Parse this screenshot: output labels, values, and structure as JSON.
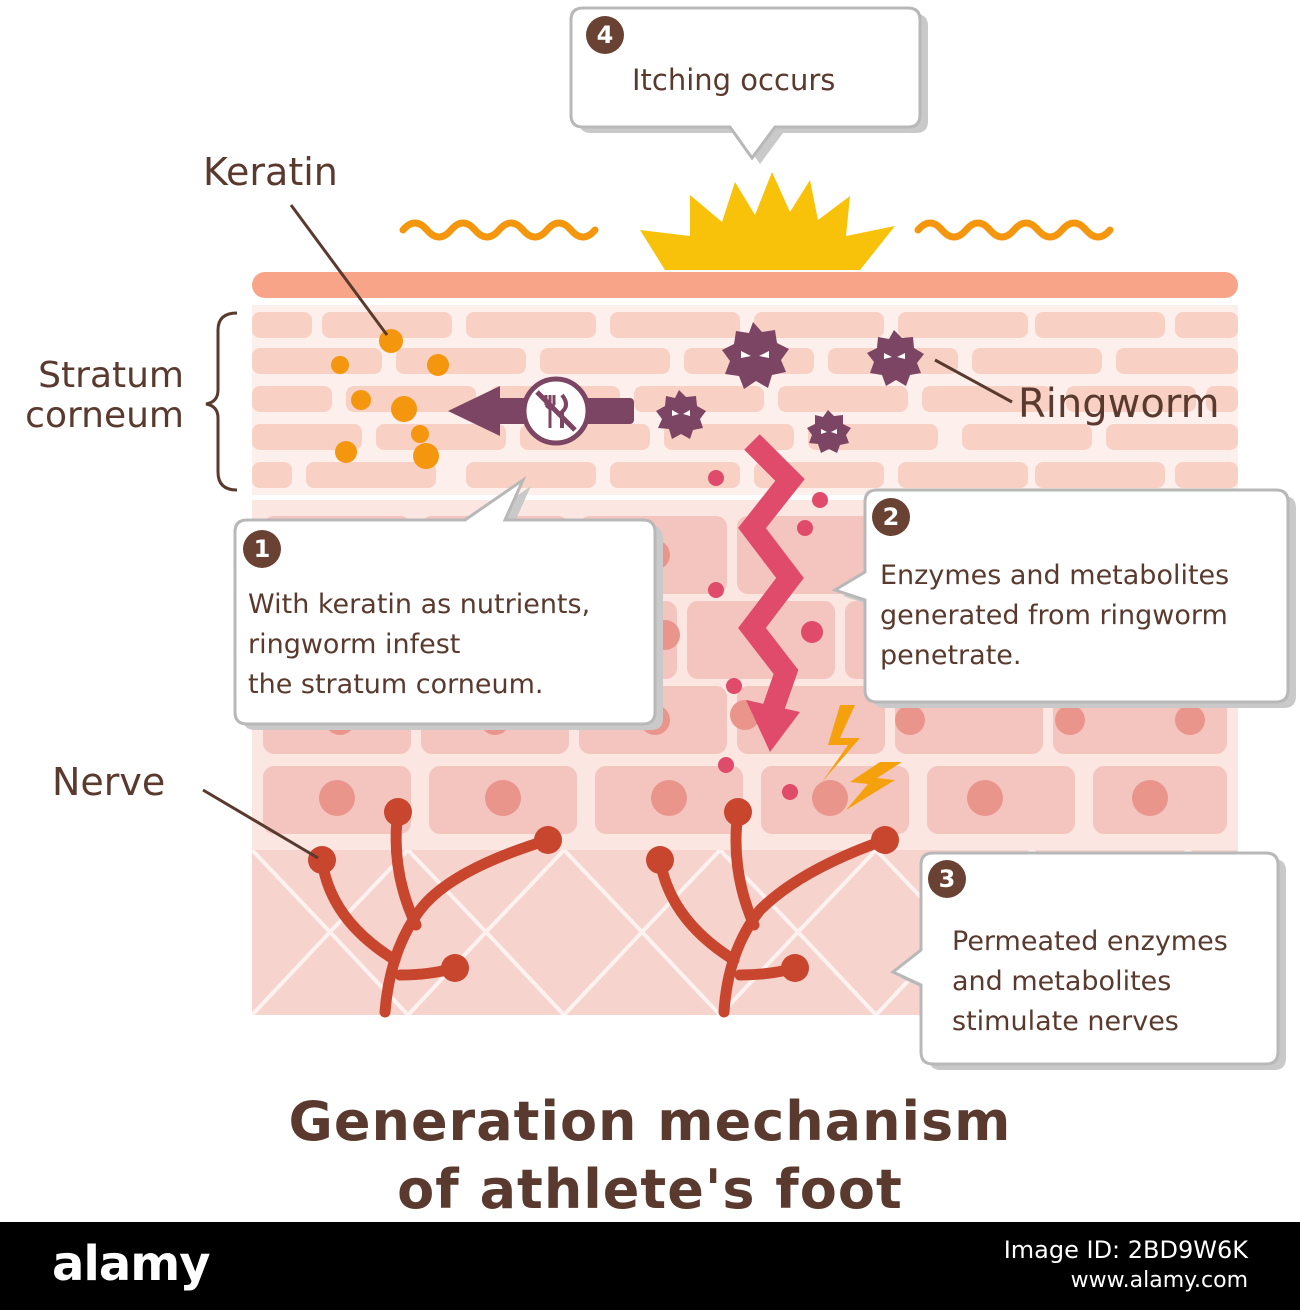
{
  "labels": {
    "keratin": "Keratin",
    "stratum_corneum": "Stratum\ncorneum",
    "ringworm": "Ringworm",
    "nerve": "Nerve"
  },
  "steps": [
    {
      "number": "1",
      "text": "With keratin as nutrients,\nringworm infest\nthe stratum corneum."
    },
    {
      "number": "2",
      "text": "Enzymes and metabolites\ngenerated from ringworm\npenetrate."
    },
    {
      "number": "3",
      "text": "Permeated enzymes\nand metabolites\nstimulate nerves"
    },
    {
      "number": "4",
      "text": "Itching occurs"
    }
  ],
  "title": {
    "line1": "Generation mechanism",
    "line2": "of athlete's foot"
  },
  "footer": {
    "logo": "alamy",
    "image_id": "Image ID: 2BD9W6K",
    "site": "www.alamy.com"
  },
  "colors": {
    "skin_surface": "#f7a489",
    "stratum_cells": "#f8d0c4",
    "epidermis_cells": "#f4c4bf",
    "dermis": "#f7d3ce",
    "keratin": "#f5960f",
    "ringworm": "#7c4563",
    "arrow": "#e04b6c",
    "nerve": "#c8452e",
    "lightning": "#f5a10e",
    "itch_burst": "#f9c20a",
    "text": "#5a3a2e",
    "number_badge": "#6a4233"
  },
  "icons": [
    "no-eating-icon",
    "lightning-icon",
    "itch-burst-icon",
    "ringworm-icon",
    "left-arrow-icon"
  ]
}
